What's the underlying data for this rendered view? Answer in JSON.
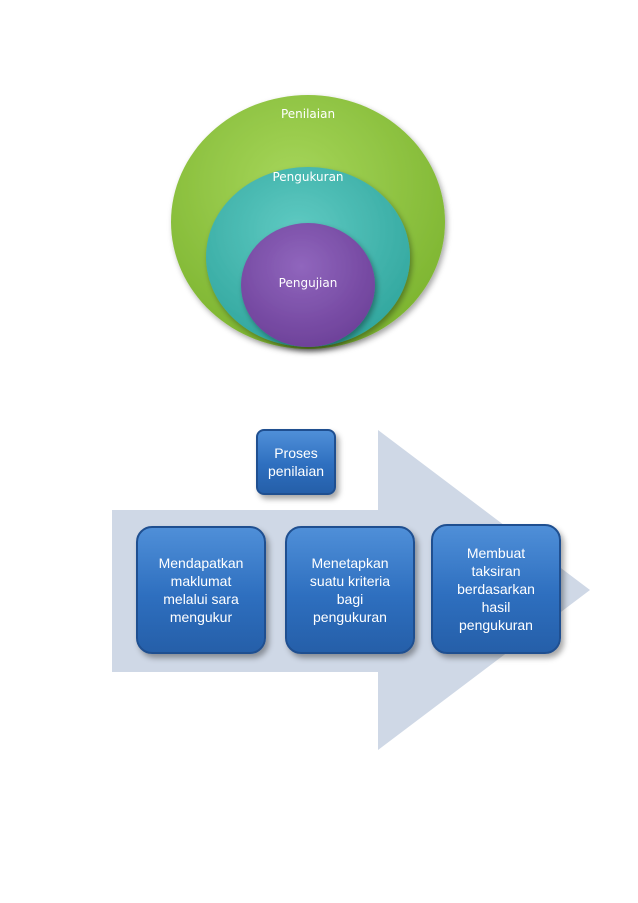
{
  "colors": {
    "outer_circle": "#8cc43c",
    "middle_circle": "#3fb8b0",
    "inner_circle": "#7b4fa6",
    "arrow": "#cfd8e6",
    "box": "#2e6fbf"
  },
  "nested_circles": {
    "outer_label": "Penilaian",
    "middle_label": "Pengukuran",
    "inner_label": "Pengujian"
  },
  "process": {
    "header": "Proses\npenilaian",
    "steps": [
      "Mendapatkan\nmaklumat\nmelalui sara\nmengukur",
      "Menetapkan\nsuatu kriteria\nbagi\npengukuran",
      "Membuat\ntaksiran\nberdasarkan\nhasil\npengukuran"
    ]
  }
}
